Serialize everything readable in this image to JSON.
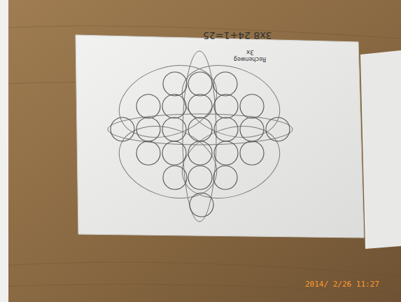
{
  "diagram": {
    "labels": [
      "3x8 24+1=25",
      "3x",
      "Rechenweg",
      "2014/ 2/26 11:27"
    ]
  }
}
